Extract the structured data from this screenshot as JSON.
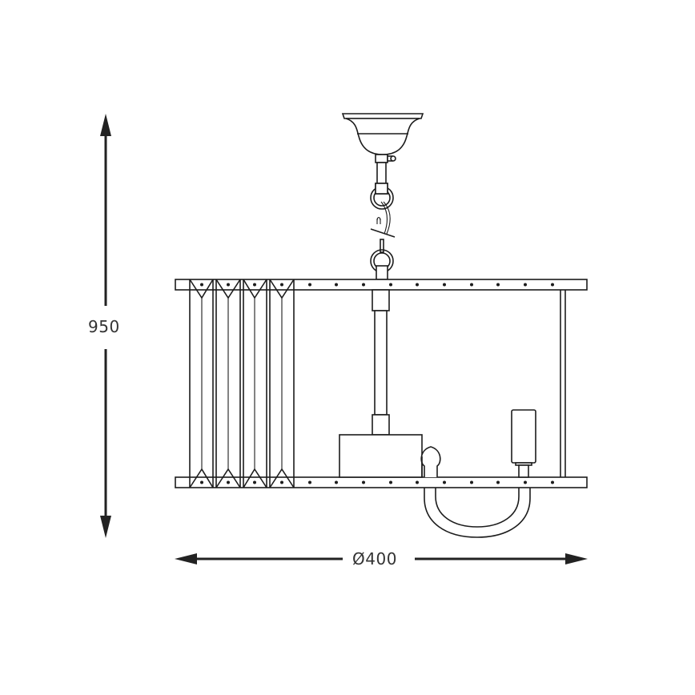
{
  "drawing": {
    "subject": "pendant lamp technical drawing",
    "stroke_color": "#1c1c1c",
    "background": "#ffffff"
  },
  "dimensions": {
    "height": {
      "label": "950",
      "orientation": "vertical"
    },
    "diameter": {
      "label": "Ø400",
      "orientation": "horizontal"
    }
  },
  "parts": {
    "canopy": "ceiling-canopy",
    "chain": "suspension-chain",
    "frame": "ring-frame",
    "prisms": 4,
    "socket": "bulb-socket",
    "arm": "curved-arm"
  }
}
